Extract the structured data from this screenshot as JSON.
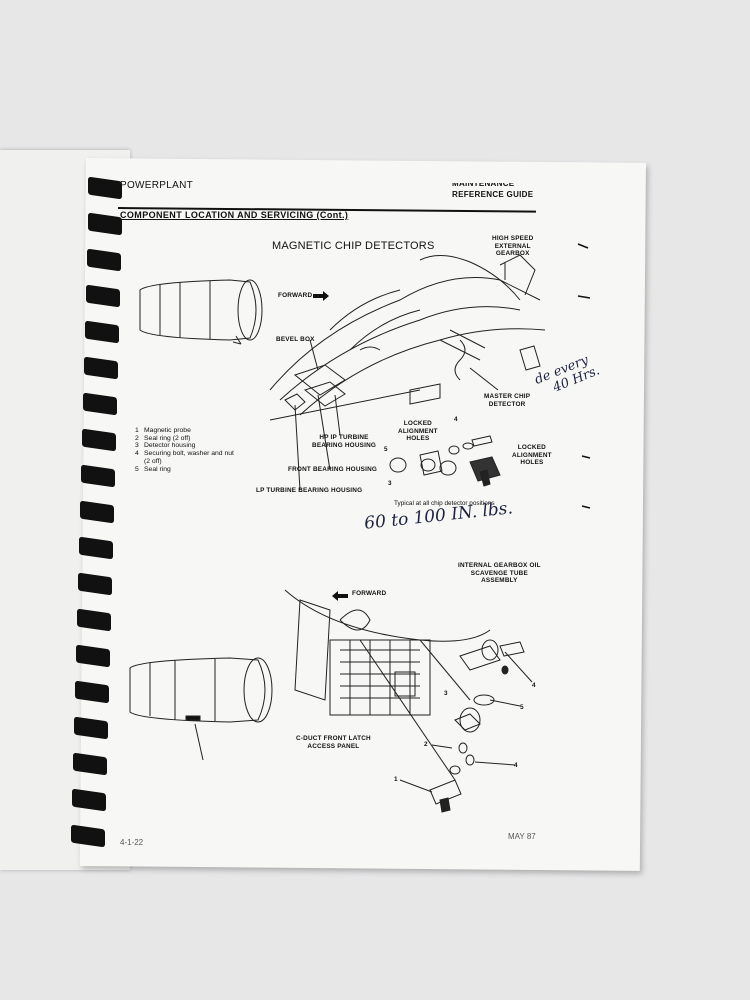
{
  "header": {
    "left": "POWERPLANT",
    "right_line1": "MAINTENANCE",
    "right_line2": "REFERENCE GUIDE"
  },
  "section_title": "COMPONENT LOCATION AND SERVICING (Cont.)",
  "figure_title": "MAGNETIC CHIP DETECTORS",
  "upper_labels": {
    "high_speed": "HIGH SPEED\nEXTERNAL\nGEARBOX",
    "forward": "FORWARD",
    "bevel_box": "BEVEL BOX",
    "master_chip": "MASTER CHIP\nDETECTOR",
    "hp_ip": "HP IP TURBINE\nBEARING HOUSING",
    "front_bearing": "FRONT BEARING HOUSING",
    "lp_turbine": "LP TURBINE BEARING HOUSING",
    "locked_left": "LOCKED\nALIGNMENT\nHOLES",
    "locked_right": "LOCKED\nALIGNMENT\nHOLES",
    "num_4": "4",
    "num_5": "5",
    "num_3": "3"
  },
  "legend": [
    {
      "n": "1",
      "t": "Magnetic probe"
    },
    {
      "n": "2",
      "t": "Seal ring (2 off)"
    },
    {
      "n": "3",
      "t": "Detector housing"
    },
    {
      "n": "4",
      "t": "Securing bolt, washer and nut (2 off)"
    },
    {
      "n": "5",
      "t": "Seal ring"
    }
  ],
  "typical_note": "Typical at all chip detector positions",
  "handwritten": {
    "torque": "60 to 100 IN. lbs.",
    "interval_line1": "de every",
    "interval_line2": "40 Hrs."
  },
  "lower_labels": {
    "forward": "FORWARD",
    "internal_gearbox": "INTERNAL GEARBOX OIL\nSCAVENGE TUBE\nASSEMBLY",
    "c_duct": "C-DUCT FRONT LATCH\nACCESS PANEL",
    "n1": "1",
    "n2": "2",
    "n3": "3",
    "n4a": "4",
    "n4b": "4",
    "n5": "5"
  },
  "footer": {
    "left": "4-1-22",
    "right": "MAY 87"
  }
}
